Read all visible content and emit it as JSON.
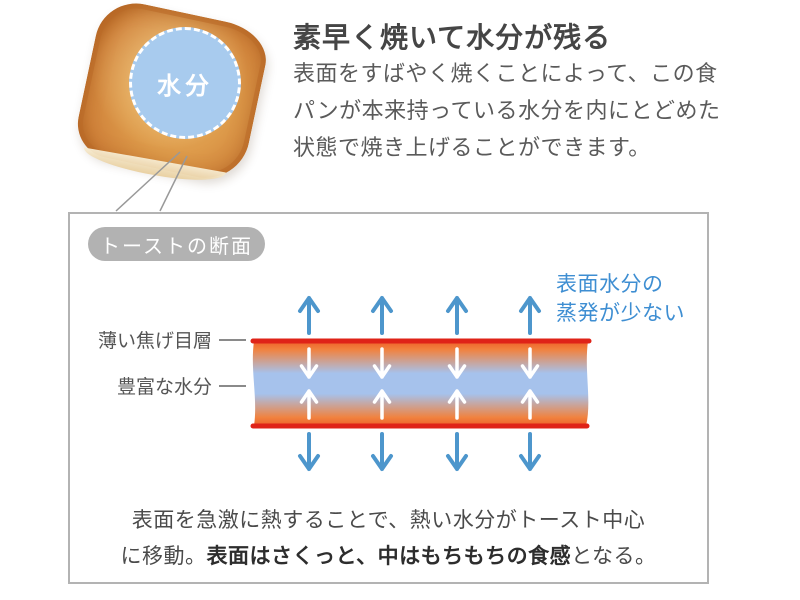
{
  "hero": {
    "toast_circle_label": "水分",
    "heading": "素早く焼いて水分が残る",
    "body_line1": "表面をすばやく焼くことによって、この食",
    "body_line2": "パンが本来持っている水分を内にとどめた",
    "body_line3": "状態で焼き上げることができます。"
  },
  "diagram": {
    "badge_label": "トーストの断面",
    "crust_label": "薄い焦げ目層",
    "moisture_label": "豊富な水分",
    "note_line1": "表面水分の",
    "note_line2": "蒸発が少ない",
    "caption_line1": "表面を急激に熱することで、熱い水分がトースト中心",
    "caption_line2_normal1": "に移動。",
    "caption_line2_bold": "表面はさくっと、中はもちもちの食感",
    "caption_line2_normal2": "となる。"
  },
  "icons": {
    "steam_up_arrow": "blue upward arrow above crust (evaporating surface moisture, minimal)",
    "steam_down_arrow": "blue downward arrow below crust",
    "moisture_down_arrow": "white downward arrow, hot moisture moving to toast center",
    "moisture_up_arrow": "white upward arrow, hot moisture moving to toast center"
  },
  "colors": {
    "arrow_blue": "#4d96cc",
    "arrow_white": "#ffffff",
    "crust_red": "#df2318",
    "crust_orange": "#f1823f",
    "crust_orange_deep": "#ee5f28",
    "moisture_blue": "#a6c2ec",
    "note_blue": "#3e8ed2",
    "badge_gray": "#b2b2b2",
    "circle_blue": "#a8cbee",
    "box_border": "#b3b3b3"
  }
}
